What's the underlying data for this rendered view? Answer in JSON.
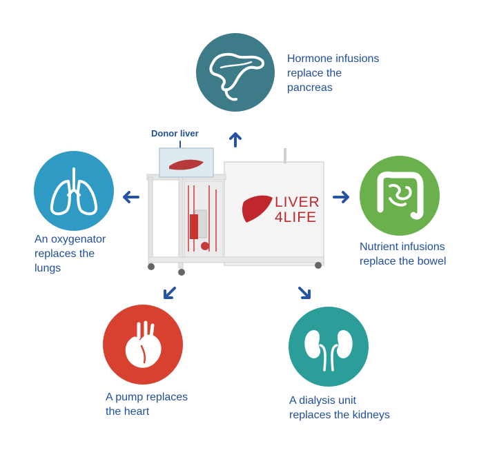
{
  "colors": {
    "label_text": "#1f4e9c",
    "arrow": "#2753a3",
    "pancreas_circle": "#3e7b88",
    "lungs_circle": "#2f9bc5",
    "bowel_circle": "#6ab04c",
    "heart_circle": "#d8412f",
    "kidneys_circle": "#2b9e9a",
    "machine_logo": "#c0272d"
  },
  "organs": {
    "pancreas": {
      "icon": "pancreas-icon",
      "lines": [
        "Hormone infusions",
        "replace the",
        "pancreas"
      ]
    },
    "lungs": {
      "icon": "lungs-icon",
      "lines": [
        "An oxygenator",
        "replaces the",
        "lungs"
      ]
    },
    "bowel": {
      "icon": "bowel-icon",
      "lines": [
        "Nutrient infusions",
        "replace the bowel"
      ]
    },
    "heart": {
      "icon": "heart-icon",
      "lines": [
        "A pump replaces",
        "the heart"
      ]
    },
    "kidneys": {
      "icon": "kidneys-icon",
      "lines": [
        "A dialysis unit",
        "replaces the kidneys"
      ]
    }
  },
  "machine": {
    "donor_label": "Donor liver",
    "logo_line1": "LIVER",
    "logo_line2": "4LIFE"
  }
}
